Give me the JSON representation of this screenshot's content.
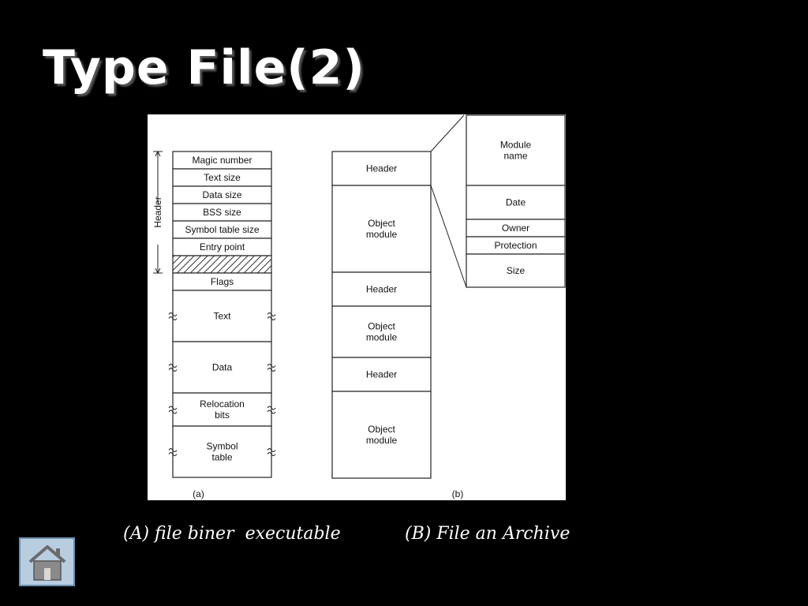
{
  "slide": {
    "title": "Type File(2)",
    "captions": {
      "a": "(A) file biner  executable",
      "b": "(B) File an Archive"
    }
  },
  "diagram": {
    "a": {
      "label": "(a)",
      "header_label": "Header",
      "fields": [
        "Magic number",
        "Text size",
        "Data size",
        "BSS size",
        "Symbol table size",
        "Entry point",
        "",
        "Flags"
      ],
      "sections": [
        [
          "Text"
        ],
        [
          "Data"
        ],
        [
          "Relocation",
          "bits"
        ],
        [
          "Symbol",
          "table"
        ]
      ]
    },
    "b": {
      "label": "(b)",
      "blocks": [
        [
          "Header"
        ],
        [
          "Object",
          "module"
        ],
        [
          "Header"
        ],
        [
          "Object",
          "module"
        ],
        [
          "Header"
        ],
        [
          "Object",
          "module"
        ]
      ],
      "header_detail": [
        [
          "Module",
          "name"
        ],
        [
          "Date"
        ],
        [
          "Owner"
        ],
        [
          "Protection"
        ],
        [
          "Size"
        ]
      ]
    }
  },
  "icons": {
    "home": "home-icon"
  },
  "colors": {
    "background": "#000000",
    "title": "#ffffff",
    "home_button": "#b8cee0"
  }
}
